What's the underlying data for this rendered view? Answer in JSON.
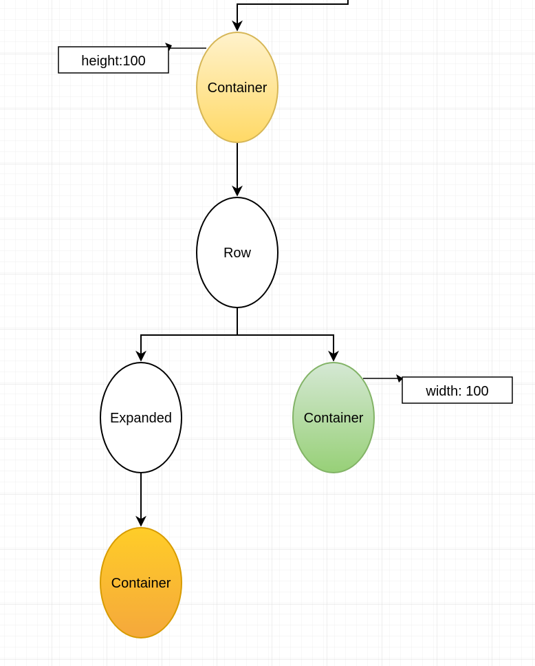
{
  "diagram": {
    "nodes": {
      "container_top": {
        "label": "Container",
        "fill_top": "#FFF2CC",
        "fill_bottom": "#FFD966",
        "stroke": "#D6B656"
      },
      "row": {
        "label": "Row",
        "fill": "#FFFFFF",
        "stroke": "#000000"
      },
      "expanded": {
        "label": "Expanded",
        "fill": "#FFFFFF",
        "stroke": "#000000"
      },
      "container_right": {
        "label": "Container",
        "fill_top": "#D5E8D4",
        "fill_bottom": "#97D077",
        "stroke": "#82B366"
      },
      "container_bottom": {
        "label": "Container",
        "fill_top": "#FFCD28",
        "fill_bottom": "#F5A83C",
        "stroke": "#D79B00"
      }
    },
    "notes": {
      "height_note": {
        "label": "height:100"
      },
      "width_note": {
        "label": "width: 100"
      }
    },
    "grid_color": "#E6E6E6"
  }
}
